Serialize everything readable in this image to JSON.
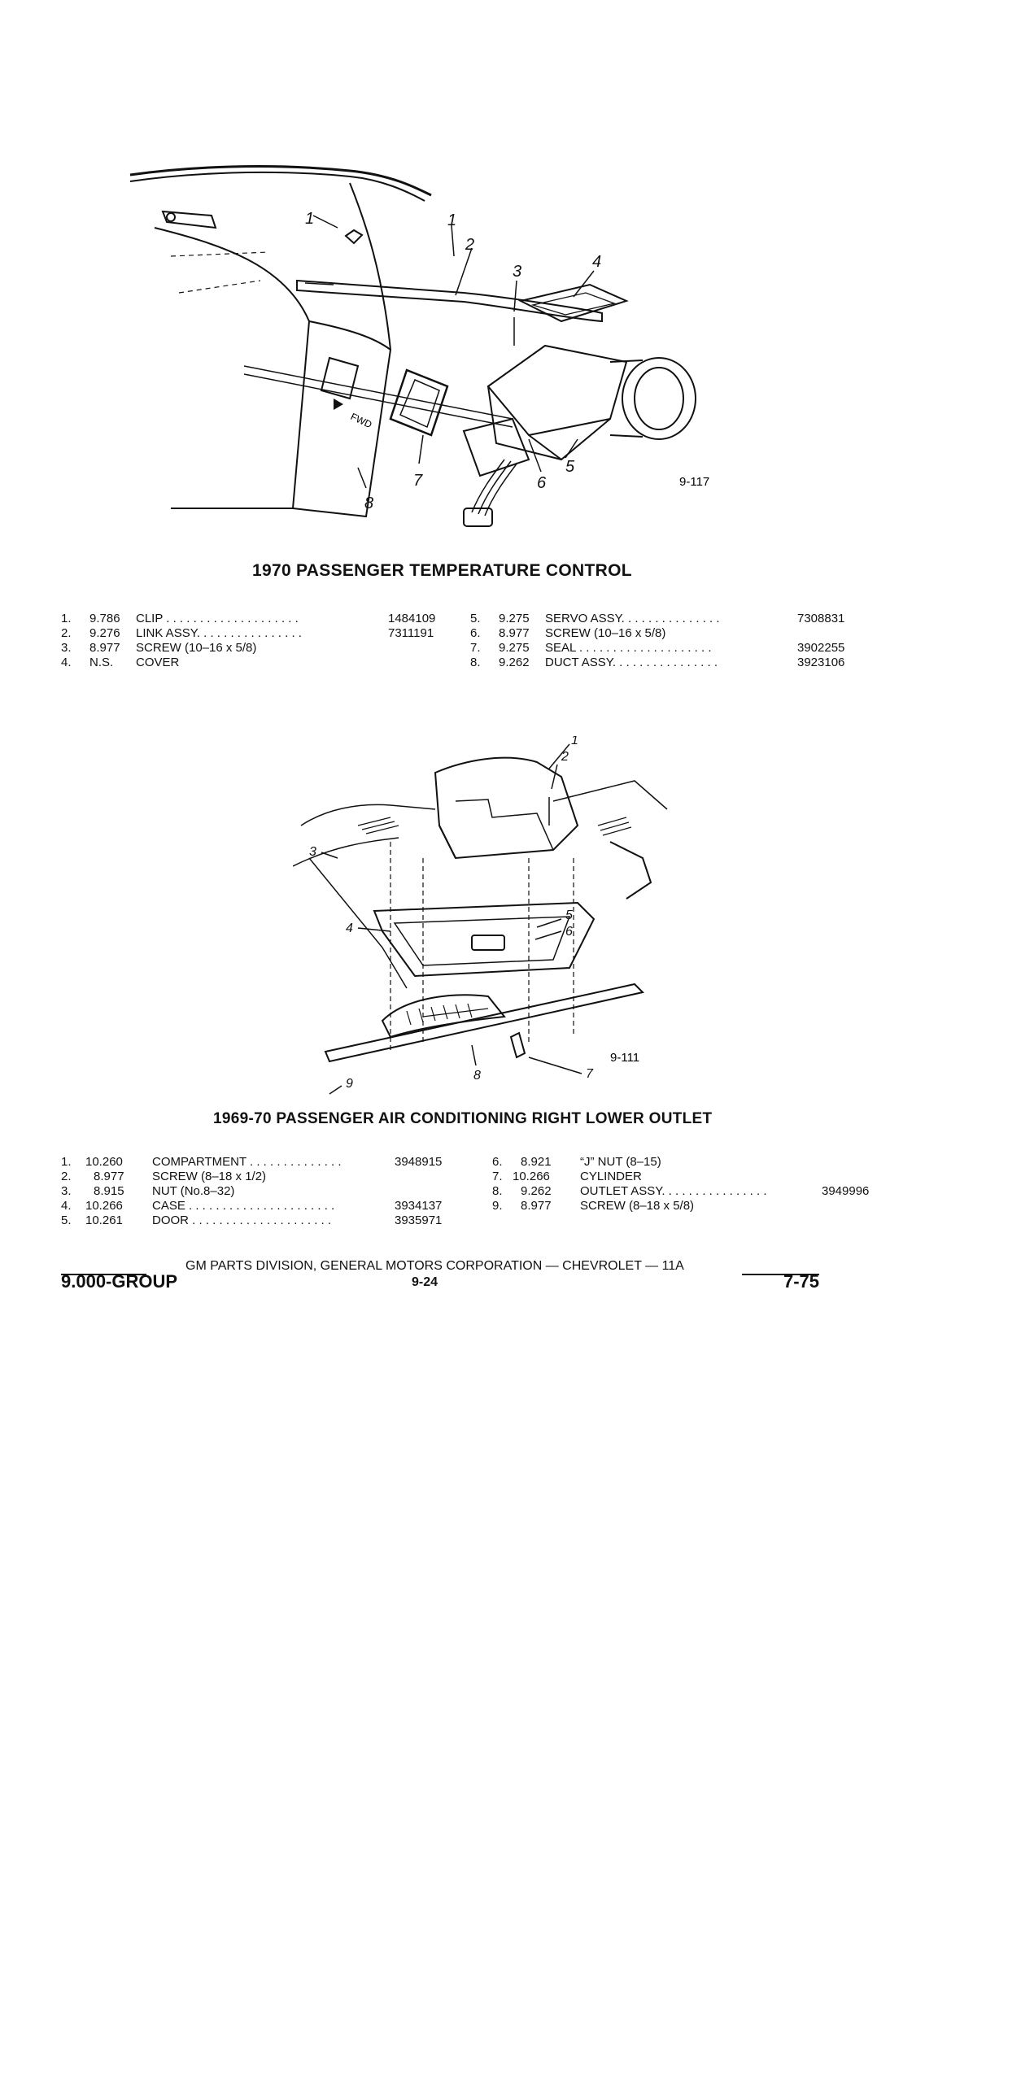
{
  "figure1": {
    "fig_id": "9-117",
    "callouts": [
      "1",
      "2",
      "3",
      "4",
      "5",
      "6",
      "7",
      "8"
    ],
    "fwd_label": "FWD"
  },
  "section1": {
    "title": "1970 PASSENGER TEMPERATURE CONTROL",
    "left_parts": [
      {
        "no": "1.",
        "group": "9.786",
        "desc": "CLIP . . . . . . . . . . . . . . . . . . . .",
        "part": "1484109"
      },
      {
        "no": "2.",
        "group": "9.276",
        "desc": "LINK ASSY. . . . . . . . . . . . . . . .",
        "part": "7311191"
      },
      {
        "no": "3.",
        "group": "8.977",
        "desc": "SCREW (10–16 x 5/8)",
        "part": ""
      },
      {
        "no": "4.",
        "group": "N.S.",
        "desc": "COVER",
        "part": ""
      }
    ],
    "right_parts": [
      {
        "no": "5.",
        "group": "9.275",
        "desc": "SERVO ASSY. . . . . . . . . . . . . . .",
        "part": "7308831"
      },
      {
        "no": "6.",
        "group": "8.977",
        "desc": "SCREW (10–16 x 5/8)",
        "part": ""
      },
      {
        "no": "7.",
        "group": "9.275",
        "desc": "SEAL . . . . . . . . . . . . . . . . . . . .",
        "part": "3902255"
      },
      {
        "no": "8.",
        "group": "9.262",
        "desc": "DUCT ASSY. . . . . . . . . . . . . . . .",
        "part": "3923106"
      }
    ]
  },
  "figure2": {
    "fig_id": "9-111",
    "callouts": [
      "1",
      "2",
      "3",
      "4",
      "5",
      "6",
      "7",
      "8",
      "9"
    ]
  },
  "section2": {
    "title": "1969-70 PASSENGER AIR CONDITIONING RIGHT LOWER OUTLET",
    "left_parts": [
      {
        "no": "1.",
        "group": "10.260",
        "desc": "COMPARTMENT . . . . . . . . . . . . . .",
        "part": "3948915"
      },
      {
        "no": "2.",
        "group": "8.977",
        "desc": "SCREW (8–18 x 1/2)",
        "part": ""
      },
      {
        "no": "3.",
        "group": "8.915",
        "desc": "NUT (No.8–32)",
        "part": ""
      },
      {
        "no": "4.",
        "group": "10.266",
        "desc": "CASE . . . . . . . . . . . . . . . . . . . . . .",
        "part": "3934137"
      },
      {
        "no": "5.",
        "group": "10.261",
        "desc": "DOOR . . . . . . . . . . . . . . . . . . . . .",
        "part": "3935971"
      }
    ],
    "right_parts": [
      {
        "no": "6.",
        "group": "8.921",
        "desc": "“J” NUT (8–15)",
        "part": ""
      },
      {
        "no": "7.",
        "group": "10.266",
        "desc": "CYLINDER",
        "part": ""
      },
      {
        "no": "8.",
        "group": "9.262",
        "desc": "OUTLET ASSY. . . . . . . . . . . . . . . .",
        "part": "3949996"
      },
      {
        "no": "9.",
        "group": "8.977",
        "desc": "SCREW (8–18 x 5/8)",
        "part": ""
      }
    ]
  },
  "footer": {
    "division": "GM PARTS DIVISION, GENERAL MOTORS CORPORATION — CHEVROLET — 11A",
    "group": "9.000-GROUP",
    "page": "9-24",
    "date": "7-75"
  }
}
